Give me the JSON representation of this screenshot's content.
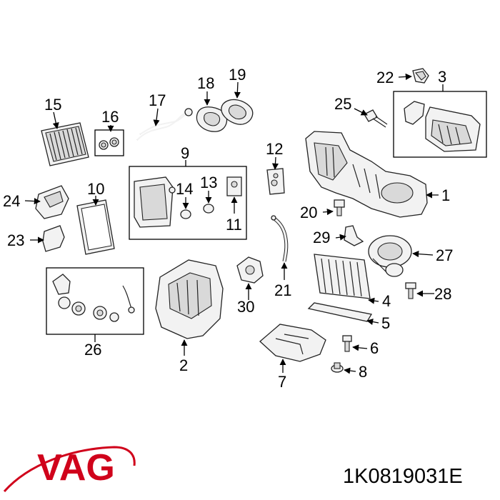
{
  "labels": {
    "c1": "1",
    "c2": "2",
    "c3": "3",
    "c4": "4",
    "c5": "5",
    "c6": "6",
    "c7": "7",
    "c8": "8",
    "c9": "9",
    "c10": "10",
    "c11": "11",
    "c12": "12",
    "c13": "13",
    "c14": "14",
    "c15": "15",
    "c16": "16",
    "c17": "17",
    "c18": "18",
    "c19": "19",
    "c20": "20",
    "c21": "21",
    "c22": "22",
    "c23": "23",
    "c24": "24",
    "c25": "25",
    "c26": "26",
    "c27": "27",
    "c28": "28",
    "c29": "29",
    "c30": "30"
  },
  "brand": {
    "logo_text": "VAG",
    "color": "#d0021b"
  },
  "part_number": "1K0819031E"
}
